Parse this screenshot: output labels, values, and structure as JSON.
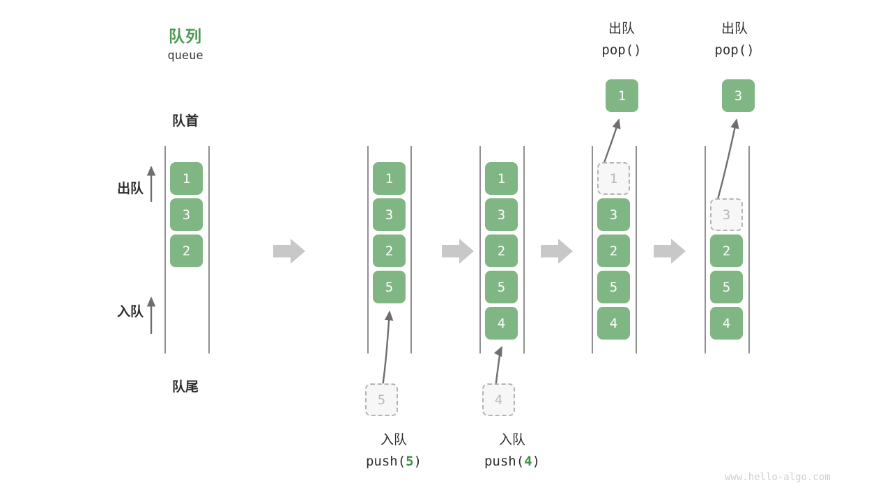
{
  "diagram": {
    "title_cn": "队列",
    "title_en": "queue",
    "front_label": "队首",
    "rear_label": "队尾",
    "dequeue_label": "出队",
    "enqueue_label": "入队",
    "watermark": "www.hello-algo.com",
    "colors": {
      "cell_fill": "#80B684",
      "cell_text": "#FFFFFF",
      "ghost_fill": "#F7F7F7",
      "ghost_border": "#B4B4B4",
      "ghost_text": "#B8B8B8",
      "rail": "#555555",
      "arrow": "#6E6E6E",
      "step_arrow": "#C8C8C8",
      "title_green": "#4C9A52",
      "accent_green": "#3E8E41",
      "text_dark": "#2E2E2E",
      "watermark": "#CFCFCF"
    }
  },
  "steps": [
    {
      "id": "step-1-initial",
      "queue": [
        "1",
        "3",
        "2"
      ],
      "ghost_in_queue": null,
      "ghost_index": null,
      "op_top_cn": null,
      "op_top_code": null,
      "op_bottom_cn": null,
      "op_bottom_code": null,
      "op_bottom_arg": null,
      "result_cell": null
    },
    {
      "id": "step-2-push-5",
      "queue": [
        "1",
        "3",
        "2",
        "5"
      ],
      "ghost_in_queue": null,
      "ghost_index": null,
      "op_top_cn": null,
      "op_top_code": null,
      "op_bottom_cn": "入队",
      "op_bottom_code_prefix": "push(",
      "op_bottom_arg": "5",
      "op_bottom_code_suffix": ")",
      "incoming_ghost": "5",
      "result_cell": null
    },
    {
      "id": "step-3-push-4",
      "queue": [
        "1",
        "3",
        "2",
        "5",
        "4"
      ],
      "ghost_in_queue": null,
      "ghost_index": null,
      "op_top_cn": null,
      "op_top_code": null,
      "op_bottom_cn": "入队",
      "op_bottom_code_prefix": "push(",
      "op_bottom_arg": "4",
      "op_bottom_code_suffix": ")",
      "incoming_ghost": "4",
      "result_cell": null
    },
    {
      "id": "step-4-pop-1",
      "queue": [
        "3",
        "2",
        "5",
        "4"
      ],
      "ghost_in_queue": "1",
      "ghost_index": 0,
      "op_top_cn": "出队",
      "op_top_code": "pop()",
      "result_cell": "1"
    },
    {
      "id": "step-5-pop-3",
      "queue": [
        "2",
        "5",
        "4"
      ],
      "ghost_in_queue": "3",
      "ghost_index": 1,
      "op_top_cn": "出队",
      "op_top_code": "pop()",
      "result_cell": "3"
    }
  ],
  "step_arrows": [
    {
      "id": "transition-1-2"
    },
    {
      "id": "transition-2-3"
    },
    {
      "id": "transition-3-4"
    },
    {
      "id": "transition-4-5"
    }
  ]
}
